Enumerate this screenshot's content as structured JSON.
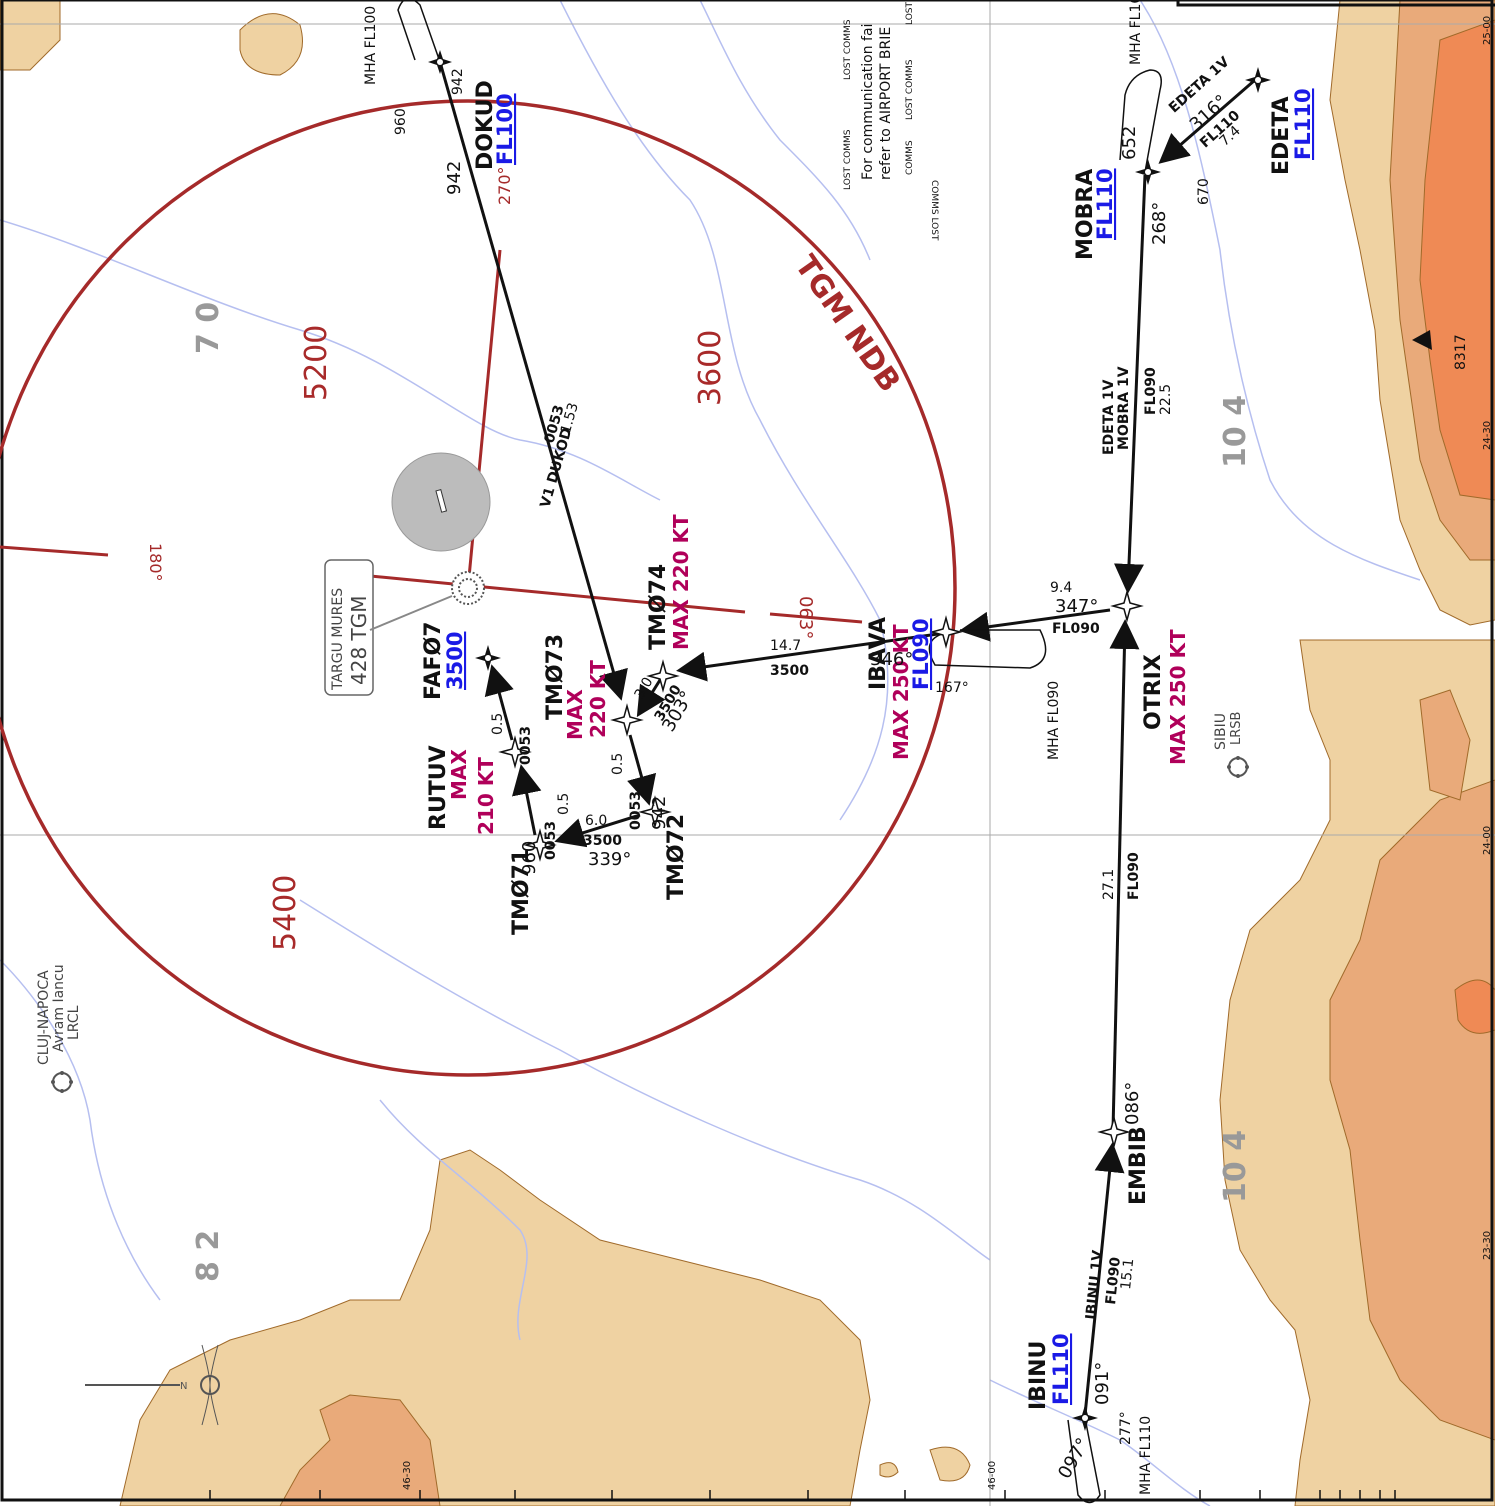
{
  "chart": {
    "ndb": {
      "name": "TGM NDB",
      "radial_label": "270°",
      "radial_label_w": "180°",
      "radial_label_s": "063°"
    },
    "targu_mures": {
      "name": "TARGU MURES",
      "ident": "428 TGM"
    },
    "msa": [
      "5200",
      "3600",
      "5400"
    ],
    "grid_numbers": [
      "7 0",
      "10 4",
      "10 4",
      "8 2"
    ],
    "lost_comms": {
      "tags": [
        "LOST COMMS",
        "LOST COMMS",
        "COMMS",
        "LOST COMMS",
        "LOST COMMS"
      ],
      "line1": "For communication fai",
      "line2": "refer to AIRPORT BRIE",
      "mirror": "COMMS LOST"
    },
    "waypoints": {
      "dokud": {
        "name": "DOKUD",
        "fl": "FL100",
        "mha": "MHA FL100"
      },
      "fafo7": {
        "name": "FAFØ7",
        "fl": "3500"
      },
      "rutuv": {
        "name": "RUTUV",
        "spd1": "MAX",
        "spd2": "210 KT"
      },
      "tm073": {
        "name": "TMØ73",
        "spd1": "MAX",
        "spd2": "220 KT"
      },
      "tm074": {
        "name": "TMØ74",
        "spd": "MAX 220 KT"
      },
      "tm072": {
        "name": "TMØ72"
      },
      "tm071": {
        "name": "TMØ71"
      },
      "ibava": {
        "name": "IBAVA",
        "spd": "MAX 250 KT",
        "fl": "FL090"
      },
      "mobra": {
        "name": "MOBRA",
        "fl": "FL110"
      },
      "edeta": {
        "name": "EDETA",
        "fl": "FL110"
      },
      "otrix": {
        "name": "OTRIX",
        "spd": "MAX 250 KT"
      },
      "embib": {
        "name": "EMBIB"
      },
      "ibinu": {
        "name": "IBINU",
        "fl": "FL110",
        "mha": "MHA FL110"
      }
    },
    "legs": {
      "dukod": {
        "name": "V1 DUKOD",
        "val1": "0053",
        "val2": "1.53"
      },
      "edeta_mobra": {
        "name": "EDETA 1V",
        "brg": "316°",
        "fl": "FL110",
        "dist": "7.4"
      },
      "mobra_otrix": {
        "name1": "EDETA 1V",
        "name2": "MOBRA 1V",
        "fl": "FL090",
        "dist": "22.5",
        "brg": "268°"
      },
      "otrix_ibava": {
        "dist": "9.4",
        "brg": "347°",
        "fl": "FL090",
        "mha": "MHA FL090"
      },
      "ibava_tm074": {
        "dist": "14.7",
        "alt": "3500",
        "brg": "346°",
        "hold": "167°"
      },
      "tm074_tm073": {
        "dist": "3.0",
        "alt": "3500",
        "brg": "303°"
      },
      "tm073_tm072": {
        "dist": "0.5",
        "val": "0053",
        "brg": "942"
      },
      "tm072_tm071": {
        "dist": "6.0",
        "alt": "3500",
        "brg": "339°"
      },
      "tm071_rutuv": {
        "dist": "0.5",
        "val": "0053"
      },
      "rutuv_faf": {
        "dist": "0.5",
        "val": "0053"
      },
      "embib_otrix": {
        "dist": "27.1",
        "fl": "FL090",
        "brg": "086°"
      },
      "ibinu_embib": {
        "name": "IBINU 1V",
        "fl": "FL090",
        "dist": "15.1",
        "brg": "091°"
      },
      "ibinu_hold": {
        "brg1": "097°",
        "brg2": "277°"
      }
    },
    "elevations": {
      "dokud1": "942",
      "dokud2": "942",
      "dokud3": "960",
      "mobra": "652",
      "edeta": "670",
      "tm072": "942",
      "tm071": "960"
    },
    "peak": "8317",
    "airports": {
      "cluj": {
        "l1": "CLUJ-NAPOCA",
        "l2": "Avram Iancu",
        "l3": "LRCL"
      },
      "sibiu": {
        "l1": "SIBIU",
        "l2": "LRSB"
      }
    },
    "grid_edge": [
      "25-00",
      "24-30",
      "24-00",
      "23-30",
      "46-30",
      "46-00"
    ],
    "north": "N"
  }
}
